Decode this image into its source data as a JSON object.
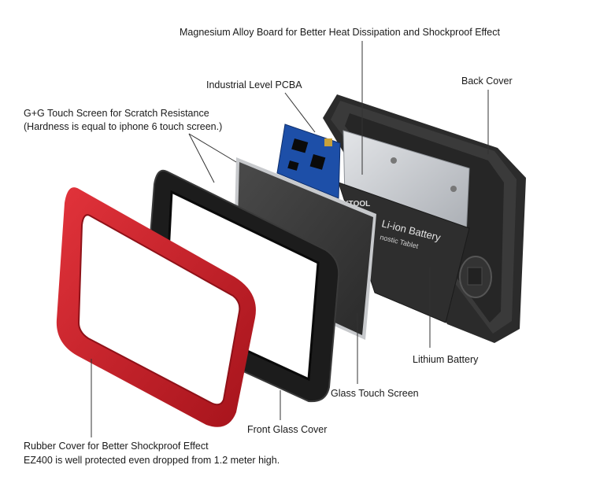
{
  "callouts": {
    "magnesium": "Magnesium Alloy Board for Better Heat Dissipation and Shockproof Effect",
    "pcba": "Industrial Level PCBA",
    "back_cover": "Back Cover",
    "touch_line1": "G+G Touch Screen for Scratch Resistance",
    "touch_line2": "(Hardness is equal to iphone 6 touch screen.)",
    "lithium": "Lithium Battery",
    "glass_touch": "Glass Touch Screen",
    "front_glass": "Front Glass Cover",
    "rubber_line1": "Rubber Cover for Better Shockproof Effect",
    "rubber_line2": "EZ400 is well protected even dropped from 1.2 meter high."
  },
  "battery_print": {
    "brand": "XTOOL",
    "title": "Li-ion Battery",
    "subtitle": "nostic Tablet"
  },
  "colors": {
    "rubber": "#d0202a",
    "back_cover": "#2b2b2b",
    "bezel": "#1c1c1c",
    "battery": "#2e2e2e",
    "metal": "#c9ccd0",
    "pcb": "#1d4fa8",
    "glass": "#3a3a3a",
    "leader": "#333333"
  }
}
